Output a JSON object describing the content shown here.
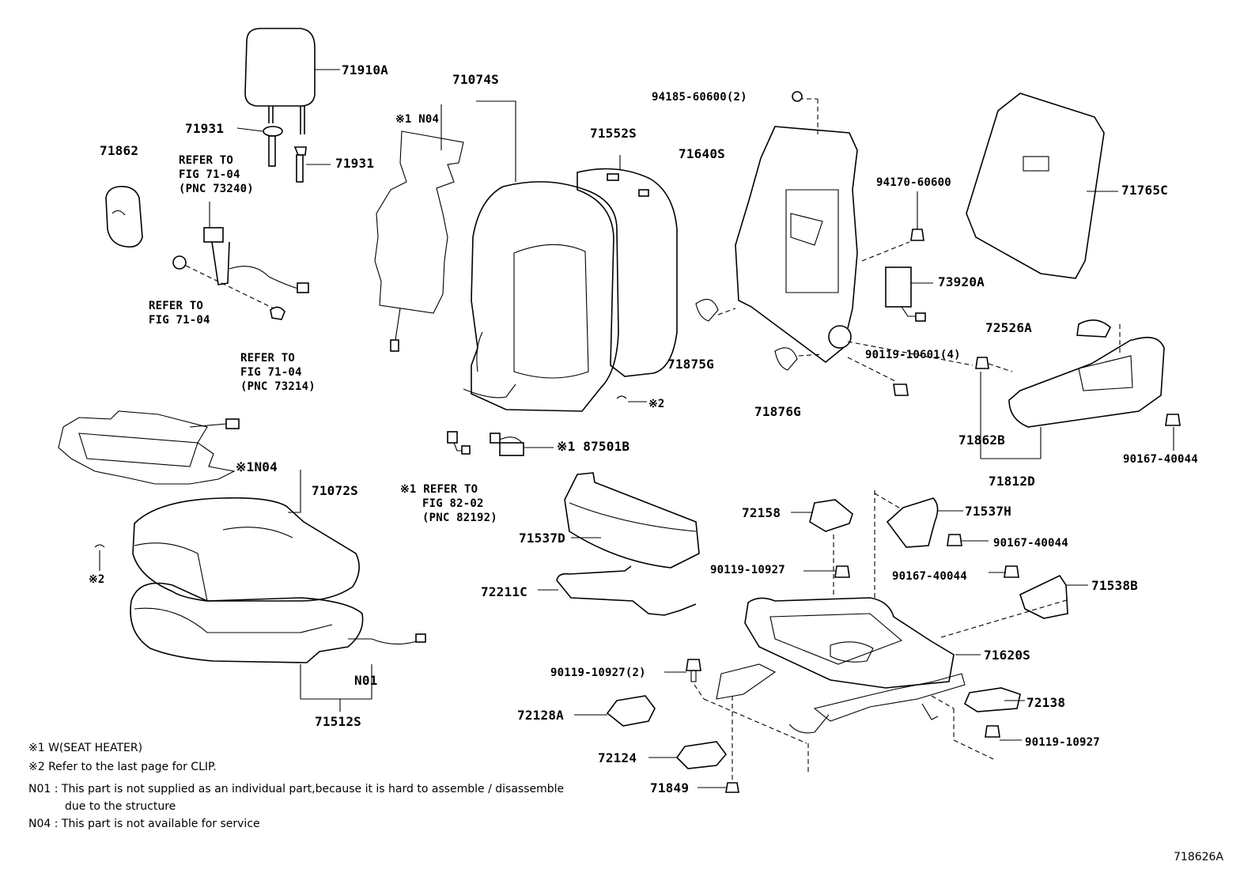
{
  "labels": {
    "p71910A": "71910A",
    "p71931a": "71931",
    "p71931b": "71931",
    "p71862": "71862",
    "refer1": [
      "REFER TO",
      "FIG 71-04",
      "(PNC 73240)"
    ],
    "refer2": [
      "REFER TO",
      "FIG 71-04"
    ],
    "refer3": [
      "REFER TO",
      "FIG 71-04",
      "(PNC 73214)"
    ],
    "p71074S": "71074S",
    "n04top": "※1 N04",
    "p71552S": "71552S",
    "p94185": "94185-60600(2)",
    "p71640S": "71640S",
    "p94170": "94170-60600",
    "p71765C": "71765C",
    "p73920A": "73920A",
    "p72526A": "72526A",
    "p90119_10601": "90119-10601(4)",
    "p71875G": "71875G",
    "p71876G": "71876G",
    "clip2a": "※2",
    "p71862B": "71862B",
    "p90167a": "90167-40044",
    "p71812D": "71812D",
    "n04mid": "※1N04",
    "p71072S": "71072S",
    "p87501B": "※1 87501B",
    "refer4": [
      "※1 REFER TO",
      "FIG 82-02",
      "(PNC 82192)"
    ],
    "p72158": "72158",
    "p71537H": "71537H",
    "p90167b": "90167-40044",
    "p71537D": "71537D",
    "p90119_10927a": "90119-10927",
    "p90167c": "90167-40044",
    "p71538B": "71538B",
    "clip2b": "※2",
    "p72211C": "72211C",
    "p71620S": "71620S",
    "p90119_10927b": "90119-10927(2)",
    "n01": "N01",
    "p71512S": "71512S",
    "p72138": "72138",
    "p72128A": "72128A",
    "p90119_10927c": "90119-10927",
    "p72124": "72124",
    "p71849": "71849"
  },
  "notes": {
    "note1": "※1  W(SEAT  HEATER)",
    "note2": "※2   Refer to the last page for CLIP.",
    "note3": "N01 : This part is not supplied as an individual part,because it is hard to assemble / disassemble",
    "note3b": "due to the structure",
    "note4": "N04 : This part is not available for service"
  },
  "figure_id": "718626A"
}
